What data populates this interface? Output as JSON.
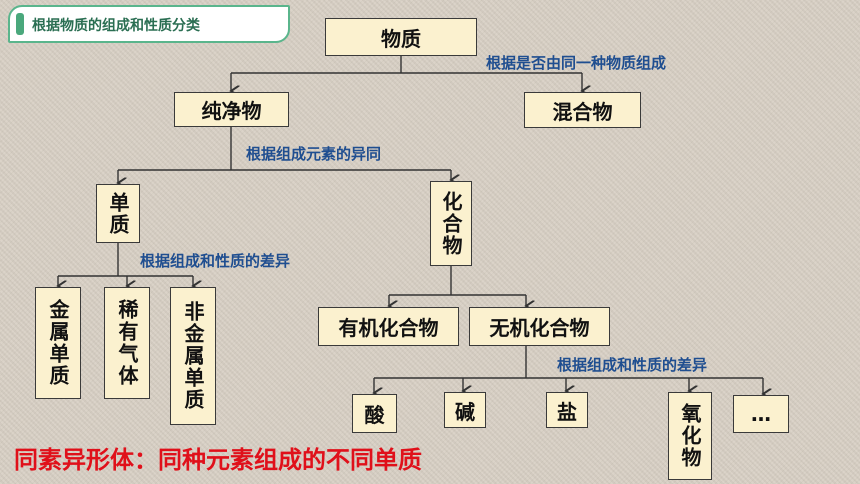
{
  "header": {
    "title": "根据物质的组成和性质分类"
  },
  "nodes": {
    "matter": "物质",
    "pure": "纯净物",
    "mixture": "混合物",
    "element": "单质",
    "compound": "化合物",
    "metal": "金属单质",
    "noble": "稀有气体",
    "nonmetal": "非金属单质",
    "organic": "有机化合物",
    "inorganic": "无机化合物",
    "acid": "酸",
    "base": "碱",
    "salt": "盐",
    "oxide": "氧化物",
    "more": "…"
  },
  "criteria": {
    "c1": "根据是否由同一种物质组成",
    "c2": "根据组成元素的异同",
    "c3": "根据组成和性质的差异",
    "c4": "根据组成和性质的差异"
  },
  "note": "同素异形体：同种元素组成的不同单质"
}
